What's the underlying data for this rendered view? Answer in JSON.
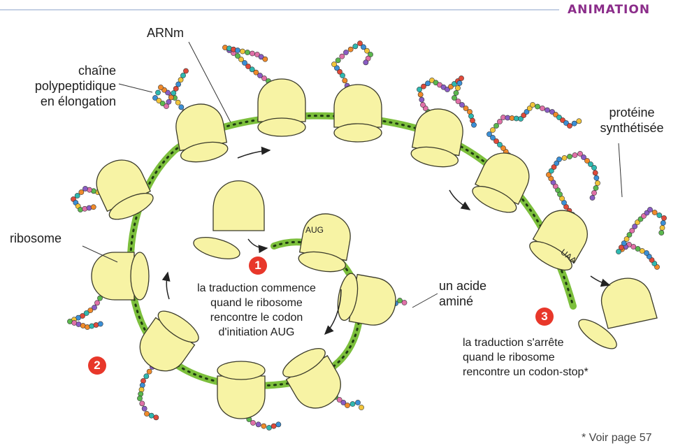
{
  "banner": "ANIMATION",
  "labels": {
    "arnm": "ARNm",
    "chain_line1": "chaîne",
    "chain_line2": "polypeptidique",
    "chain_line3": "en élongation",
    "protein_line1": "protéine",
    "protein_line2": "synthétisée",
    "ribosome": "ribosome",
    "amino_line1": "un acide",
    "amino_line2": "aminé",
    "codon_start": "AUG",
    "codon_stop": "UAA",
    "footnote": "* Voir page 57"
  },
  "steps": [
    {
      "number": "1",
      "lines": [
        "la traduction commence",
        "quand le ribosome",
        "rencontre le codon",
        "d'initiation AUG"
      ]
    },
    {
      "number": "2",
      "lines": []
    },
    {
      "number": "3",
      "lines": [
        "la traduction s'arrête",
        "quand le ribosome",
        "rencontre un codon-stop*"
      ]
    }
  ],
  "colors": {
    "mrna": "#7cbf3c",
    "ribosome_fill": "#f7f3a4",
    "ribosome_stroke": "#3a3a2a",
    "step_badge": "#e8372a",
    "banner": "#8b2d8a",
    "bead_palette": [
      "#e04a3a",
      "#3b8fd6",
      "#f2c43a",
      "#5bb84e",
      "#e070a8",
      "#8a5cc4",
      "#f08a2a",
      "#2fb8b0"
    ]
  }
}
